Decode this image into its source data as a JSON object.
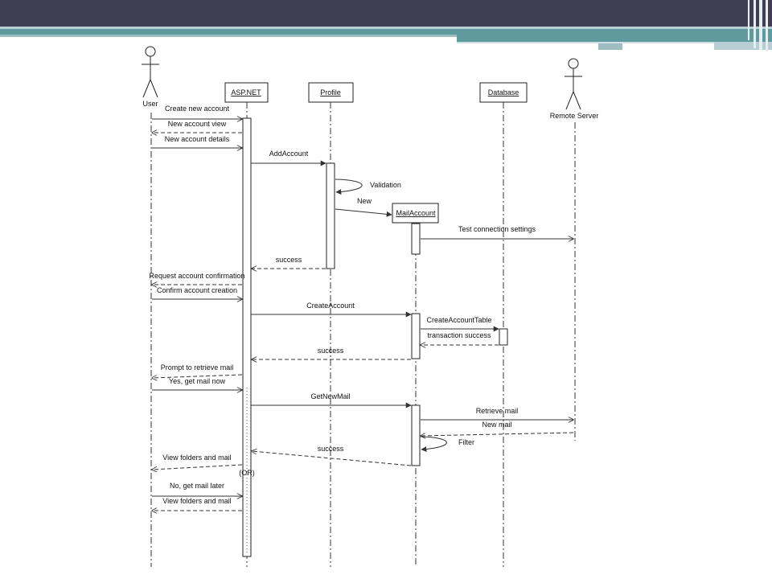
{
  "theme": {
    "header_color": "#3f3e52",
    "accent_teal": "#5f9a9e",
    "accent_light": "#b7cfd3"
  },
  "actors": {
    "user": "User",
    "remote_server": "Remote Server"
  },
  "objects": {
    "aspnet": "ASP.NET",
    "profile": "Profile",
    "database": "Database",
    "mail_account": "MailAccount"
  },
  "messages": [
    "Create new account",
    "New account view",
    "New account details",
    "AddAccount",
    "Validation",
    "New",
    "Test connection settings",
    "success",
    "Request account confirmation",
    "Confirm account creation",
    "CreateAccount",
    "CreateAccountTable",
    "transaction success",
    "success",
    "Prompt to retrieve mail",
    "Yes, get mail now",
    "GetNewMail",
    "Retrieve mail",
    "New mail",
    "Filter",
    "success",
    "View folders and mail",
    "No, get mail later",
    "View folders and mail"
  ],
  "fragment_label": "(OR)"
}
